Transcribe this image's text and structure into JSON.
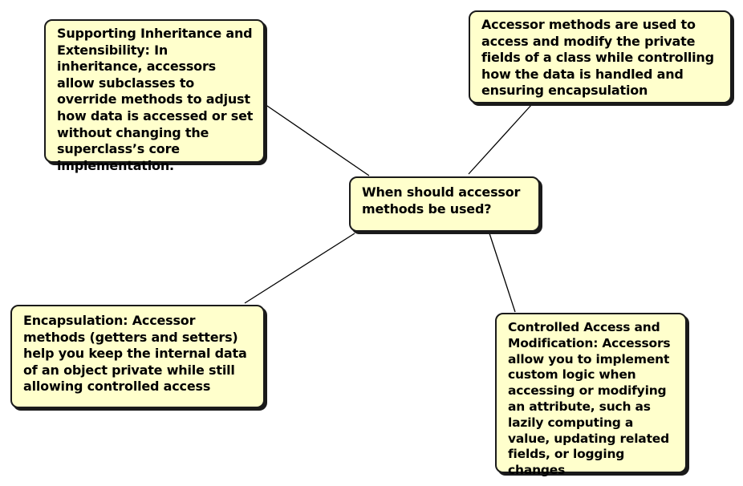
{
  "diagram": {
    "center": {
      "text": "When should accessor methods be used?"
    },
    "branches": {
      "top_left": {
        "text": "Supporting Inheritance and Extensibility: In inheritance, accessors allow subclasses to override methods to adjust how data is accessed or set without changing the superclass’s core implementation."
      },
      "top_right": {
        "text": "Accessor methods are used to access and modify the private fields of a class while controlling how the data is handled and ensuring encapsulation"
      },
      "bottom_left": {
        "text": "Encapsulation: Accessor methods (getters and setters) help you keep the internal data of an object private while still allowing controlled access"
      },
      "bottom_right": {
        "text": "Controlled Access and Modification: Accessors allow you to implement custom logic when accessing or modifying an attribute, such as lazily computing a value, updating related fields, or logging changes"
      }
    },
    "colors": {
      "node_fill": "#ffffcc",
      "border": "#1a1a1a",
      "connector": "#000000"
    }
  }
}
